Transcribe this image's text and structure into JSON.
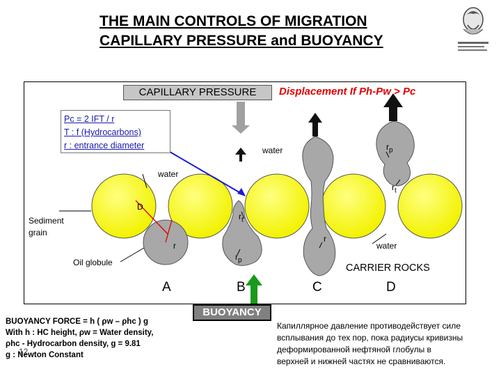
{
  "title": {
    "line1": "THE MAIN CONTROLS OF MIGRATION",
    "line2": "CAPILLARY PRESSURE and BUOYANCY"
  },
  "figure": {
    "capillary_label": "CAPILLARY PRESSURE",
    "displacement_label": "Displacement If Ph-Pw > Pc",
    "formula": {
      "line1": "Pc = 2 IFT / r",
      "line2": "T : f (Hydrocarbons)",
      "line3": "r : entrance diameter"
    },
    "labels": {
      "water_top": "water",
      "water_mid": "water",
      "water_right": "water",
      "sediment_grain": "Sediment\ngrain",
      "oil_globule": "Oil globule",
      "D": "D",
      "r_A": "r",
      "rt_B": "r",
      "rp_B": "r",
      "r_C": "r",
      "rp_D": "r",
      "rt_D": "r",
      "sub_t": "t",
      "sub_p": "p",
      "carrier_rocks": "CARRIER ROCKS"
    },
    "columns": [
      "A",
      "B",
      "C",
      "D"
    ],
    "colors": {
      "grain_yellow": "#ffff2a",
      "globule_gray": "#a8a8a8",
      "arrow_blue": "#1a1ad8",
      "arrow_green": "#1a9a1a",
      "red_line": "#dd0000"
    }
  },
  "buoyancy": {
    "label": "BUOYANCY",
    "line1": "BUOYANCY FORCE = h ( ρw – ρhc ) g",
    "line2": "With h : HC height, ρw = Water density,",
    "line3": "ρhc - Hydrocarbon density, g = 9.81",
    "line4": "g : Newton Constant"
  },
  "page_number": "12",
  "russian_note": {
    "line1": "Капиллярное давление противодействует силе",
    "line2": "всплывания до тех пор, пока радиусы кривизны",
    "line3": "деформированной нефтяной глобулы в",
    "line4": "верхней и нижней частях не сравниваются."
  }
}
